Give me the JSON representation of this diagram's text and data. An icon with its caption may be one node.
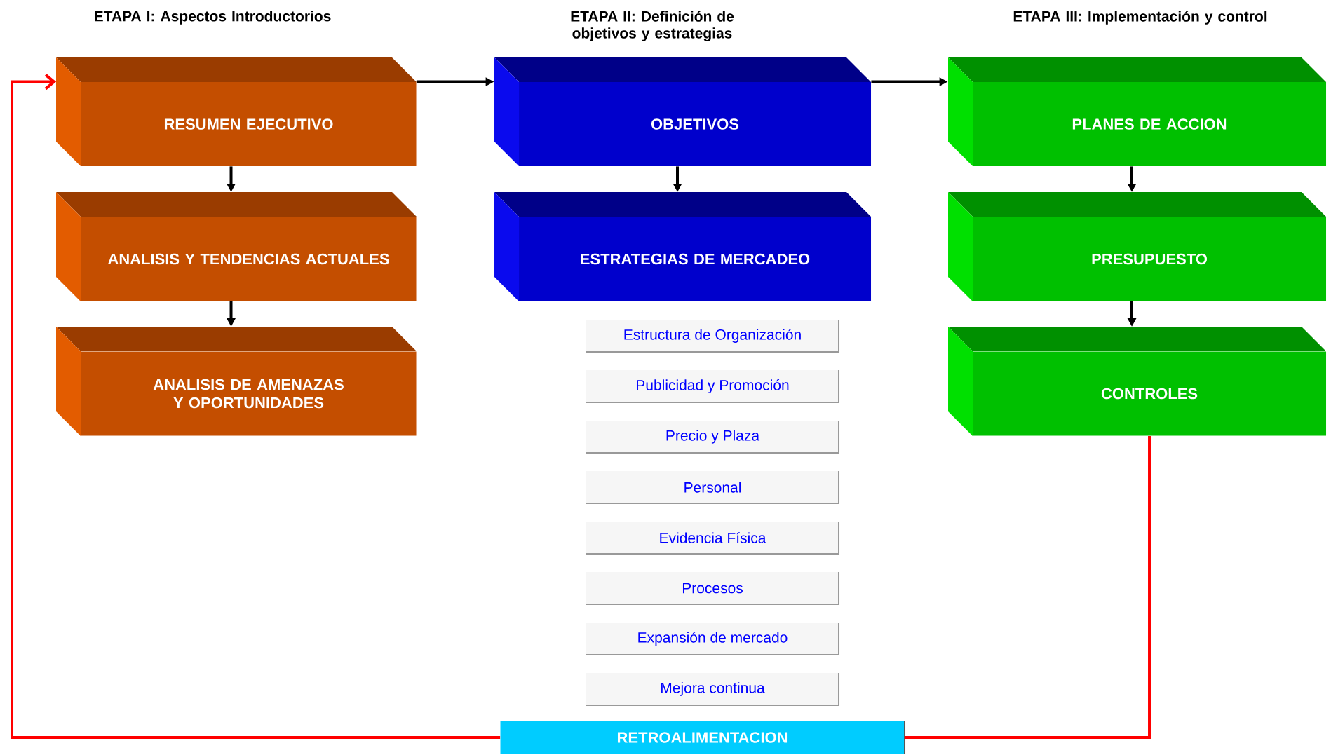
{
  "diagram": {
    "nodes": [
      {
        "text": [
          "RESUMEN EJECUTIVO"
        ]
      },
      {
        "text": [
          "ANALISIS Y TENDENCIAS ACTUALES"
        ]
      },
      {
        "text": [
          "ANALISIS DE AMENAZAS Y OPORTUNIDADES"
        ]
      },
      {
        "text": [
          "OBJETIVOS"
        ]
      },
      {
        "text": [
          "ESTRATEGIAS DE MERCADEO"
        ]
      },
      {
        "text": [
          "Estructura de Organización"
        ]
      },
      {
        "text": [
          "Publicidad y Promoción"
        ]
      },
      {
        "text": [
          "Precio y Plaza"
        ]
      },
      {
        "text": [
          "Personal"
        ]
      },
      {
        "text": [
          "Evidencia Física"
        ]
      },
      {
        "text": [
          "Procesos"
        ]
      },
      {
        "text": [
          "Expansión de mercado"
        ]
      },
      {
        "text": [
          "Mejora continua"
        ]
      },
      {
        "text": [
          "PLANES DE ACCION"
        ]
      },
      {
        "text": [
          "PRESUPUESTO"
        ]
      },
      {
        "text": [
          "CONTROLES"
        ]
      },
      {
        "text": [
          "RETROALIMENTACION"
        ]
      }
    ],
    "edges": [
      {
        "from": 0,
        "to": 1,
        "arrow": "to"
      },
      {
        "from": 1,
        "to": 2,
        "arrow": "to"
      },
      {
        "from": 0,
        "to": 3,
        "arrow": "to"
      },
      {
        "from": 3,
        "to": 4,
        "arrow": "to"
      },
      {
        "from": 3,
        "to": 13,
        "arrow": "to"
      },
      {
        "from": 13,
        "to": 14,
        "arrow": "to"
      },
      {
        "from": 14,
        "to": 15,
        "arrow": "to"
      },
      {
        "from": 15,
        "to": 16,
        "arrow": "none",
        "color": "#ff0000"
      },
      {
        "from": 16,
        "to": 0,
        "arrow": "to",
        "color": "#ff0000"
      }
    ],
    "labels": [
      "ETAPA I: Aspectos Introductorios",
      "ETAPA II: Definición de objetivos y estrategias",
      "ETAPA III: Implementación y control"
    ]
  }
}
